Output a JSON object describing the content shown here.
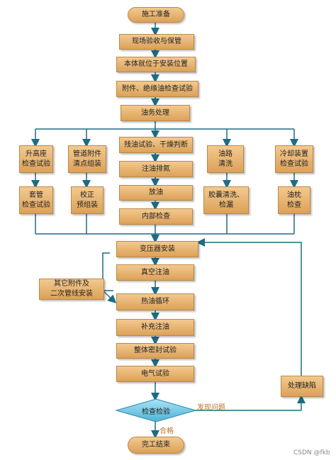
{
  "diagram": {
    "start": "施工准备",
    "step1": "现场验收与保管",
    "step2": "本体就位于安装位置",
    "step3": "附件、绝缘油检查试验",
    "step4": "油务处理",
    "branch1_top": "升高座\n检查试验",
    "branch1_bottom": "套管\n检查试验",
    "branch2_top": "管道附件\n清点组装",
    "branch2_bottom": "校正\n预组装",
    "center1": "残油试验、干燥判断",
    "center2": "注油排氮",
    "center3": "放油",
    "center4": "内部检查",
    "branch4_top": "油路\n清洗",
    "branch4_bottom": "胶囊清洗、\n检漏",
    "branch5_top": "冷却装置\n检查试验",
    "branch5_bottom": "油枕\n检查",
    "step5": "变压器安装",
    "step6": "真空注油",
    "side_left": "其它附件及\n二次管线安装",
    "step7": "热油循环",
    "step8": "补充注油",
    "step9": "整体密封试验",
    "step10": "电气试验",
    "decision": "检查检验",
    "fix": "处理缺陷",
    "found_issue": "发现问题",
    "pass": "合格",
    "end": "完工结束"
  },
  "watermark": "CSDN @fkb"
}
